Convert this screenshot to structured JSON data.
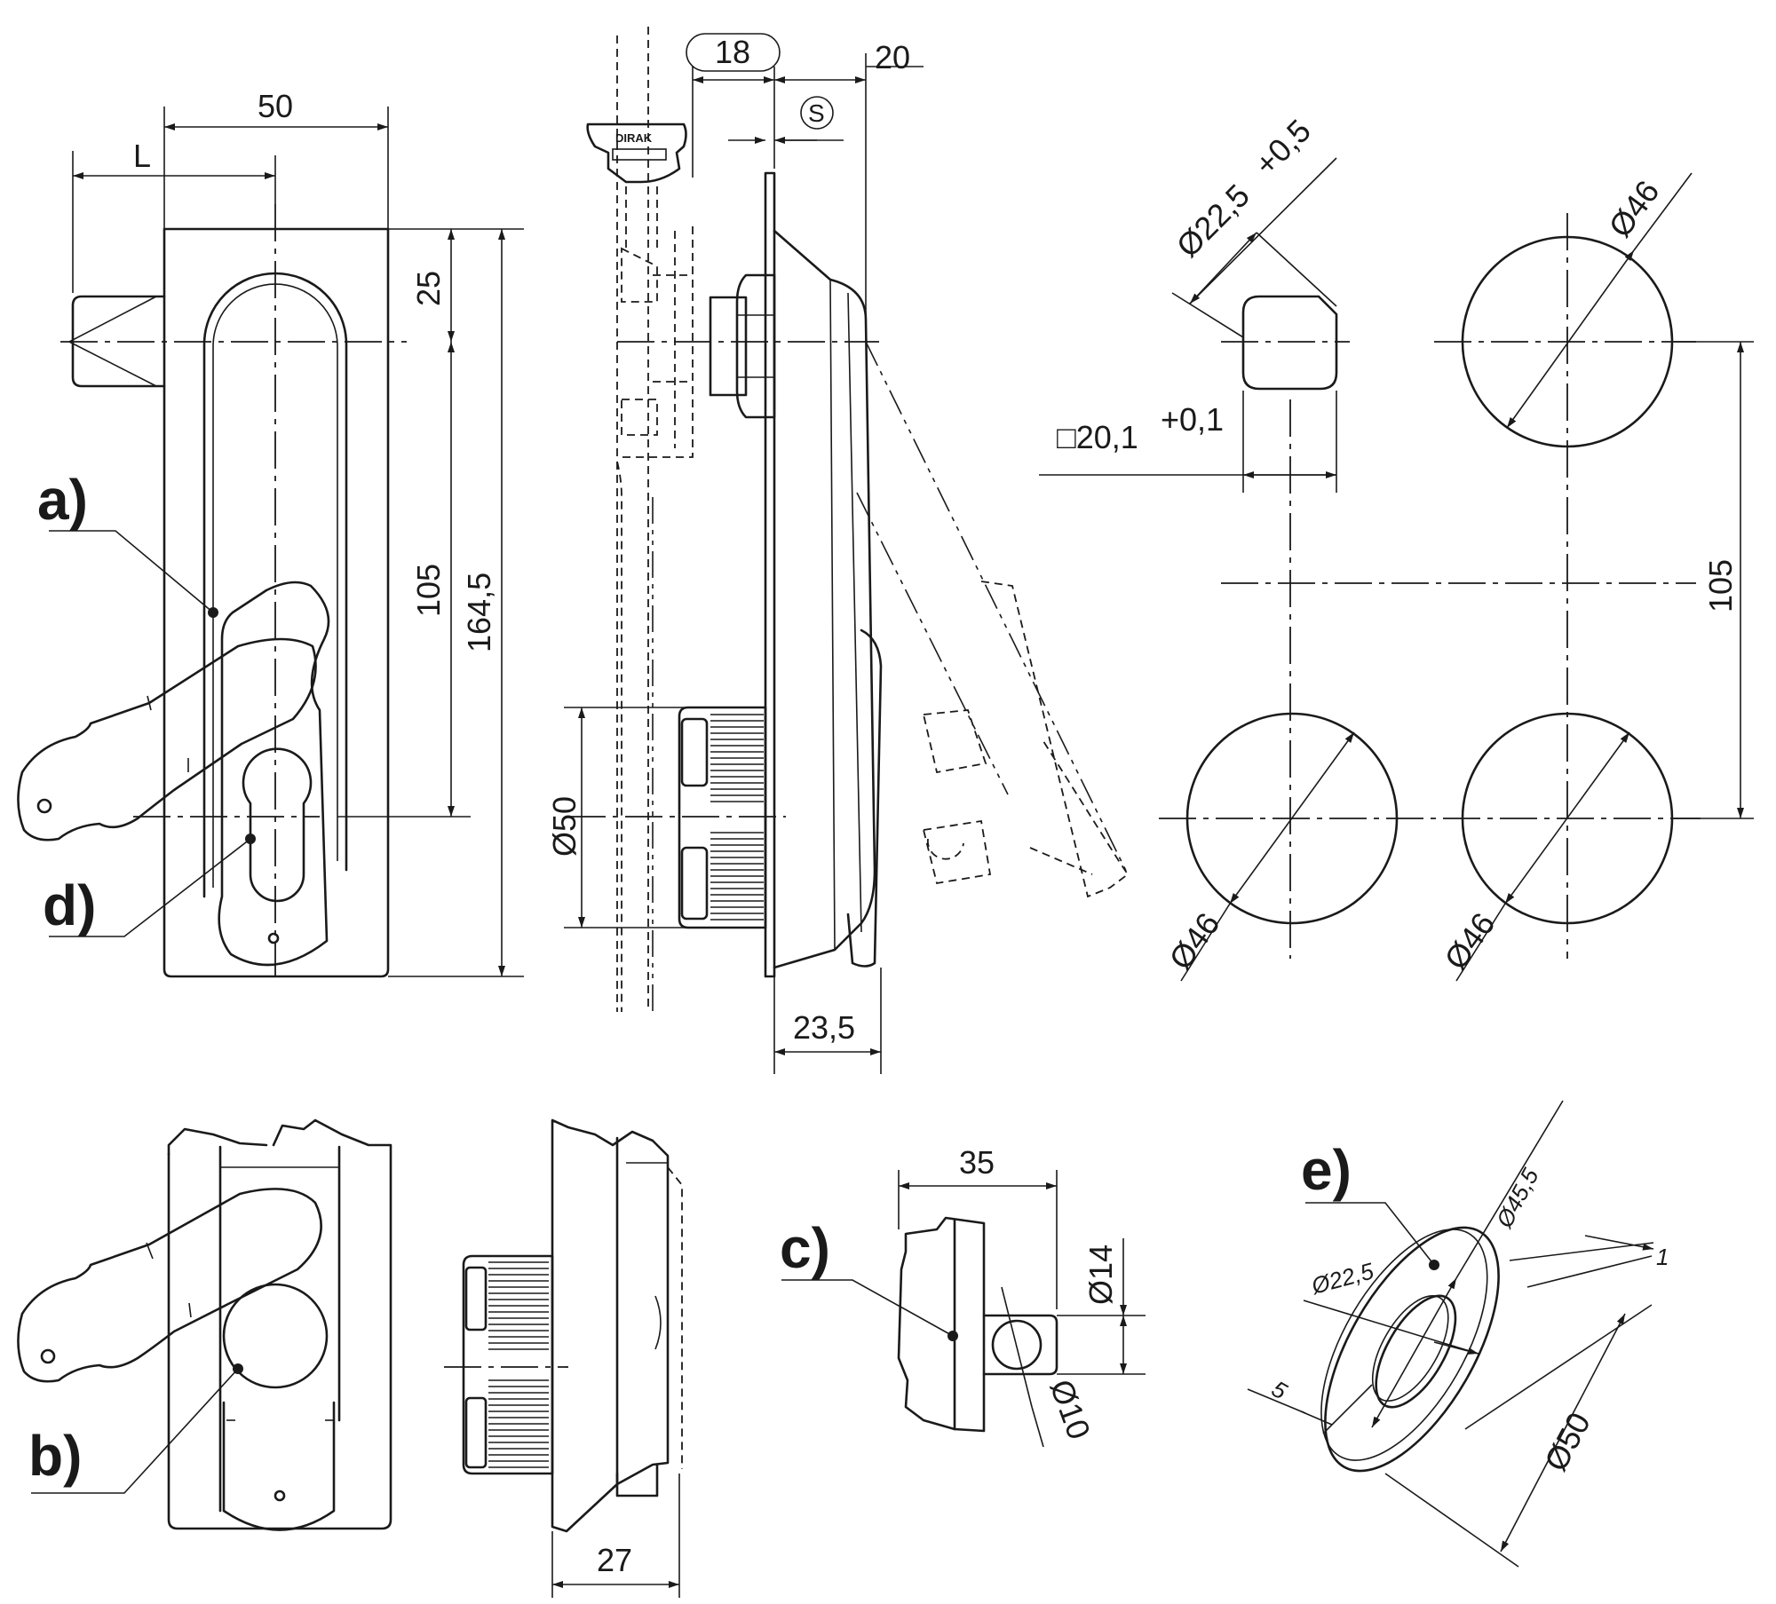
{
  "callouts": {
    "a": "a)",
    "b": "b)",
    "c": "c)",
    "d": "d)",
    "e": "e)"
  },
  "front_view": {
    "width": "50",
    "offset": "L",
    "top": "25",
    "pitch": "105",
    "height": "164,5"
  },
  "side_view": {
    "thread": "18",
    "depth": "20",
    "sheet": "S",
    "diameter": "Ø50",
    "projection": "23,5",
    "brand": "DIRAK"
  },
  "cutout": {
    "hole": "Ø22,5",
    "hole_tol": "+0,5",
    "square": "□20,1",
    "square_tol": "+0,1",
    "circle_top": "Ø46",
    "circle_left": "Ø46",
    "circle_right": "Ø46",
    "pitch": "105"
  },
  "variant_b": {
    "depth": "27"
  },
  "variant_c": {
    "length": "35",
    "height": "Ø14",
    "pin": "Ø10"
  },
  "variant_e": {
    "outer": "Ø50",
    "inner": "Ø45,5",
    "hole": "Ø22,5",
    "thickness": "1",
    "width": "5"
  }
}
